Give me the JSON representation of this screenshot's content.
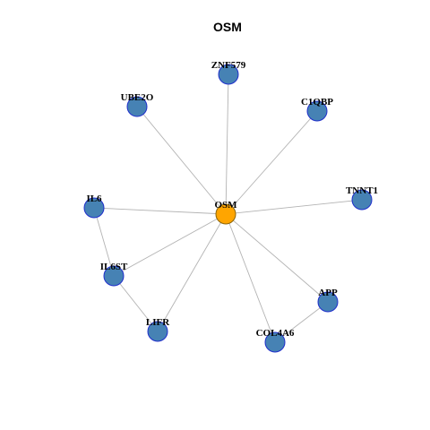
{
  "title": "OSM",
  "colors": {
    "hub_fill": "#FFA500",
    "hub_stroke": "#8B6508",
    "node_fill": "#4682B4",
    "node_stroke": "#1F2ECC",
    "edge": "#B3B3B3"
  },
  "graph": {
    "nodes": [
      {
        "id": "OSM",
        "label": "OSM",
        "hub": true
      },
      {
        "id": "ZNF579",
        "label": "ZNF579"
      },
      {
        "id": "UBE2O",
        "label": "UBE2O"
      },
      {
        "id": "C1QBP",
        "label": "C1QBP"
      },
      {
        "id": "IL6",
        "label": "IL6"
      },
      {
        "id": "TNNT1",
        "label": "TNNT1"
      },
      {
        "id": "IL6ST",
        "label": "IL6ST"
      },
      {
        "id": "APP",
        "label": "APP"
      },
      {
        "id": "LIFR",
        "label": "LIFR"
      },
      {
        "id": "COL4A6",
        "label": "COL4A6"
      }
    ],
    "edges": [
      [
        "OSM",
        "ZNF579"
      ],
      [
        "OSM",
        "UBE2O"
      ],
      [
        "OSM",
        "C1QBP"
      ],
      [
        "OSM",
        "IL6"
      ],
      [
        "OSM",
        "TNNT1"
      ],
      [
        "OSM",
        "IL6ST"
      ],
      [
        "OSM",
        "APP"
      ],
      [
        "OSM",
        "LIFR"
      ],
      [
        "OSM",
        "COL4A6"
      ],
      [
        "IL6",
        "IL6ST"
      ],
      [
        "IL6ST",
        "LIFR"
      ],
      [
        "APP",
        "COL4A6"
      ]
    ]
  }
}
